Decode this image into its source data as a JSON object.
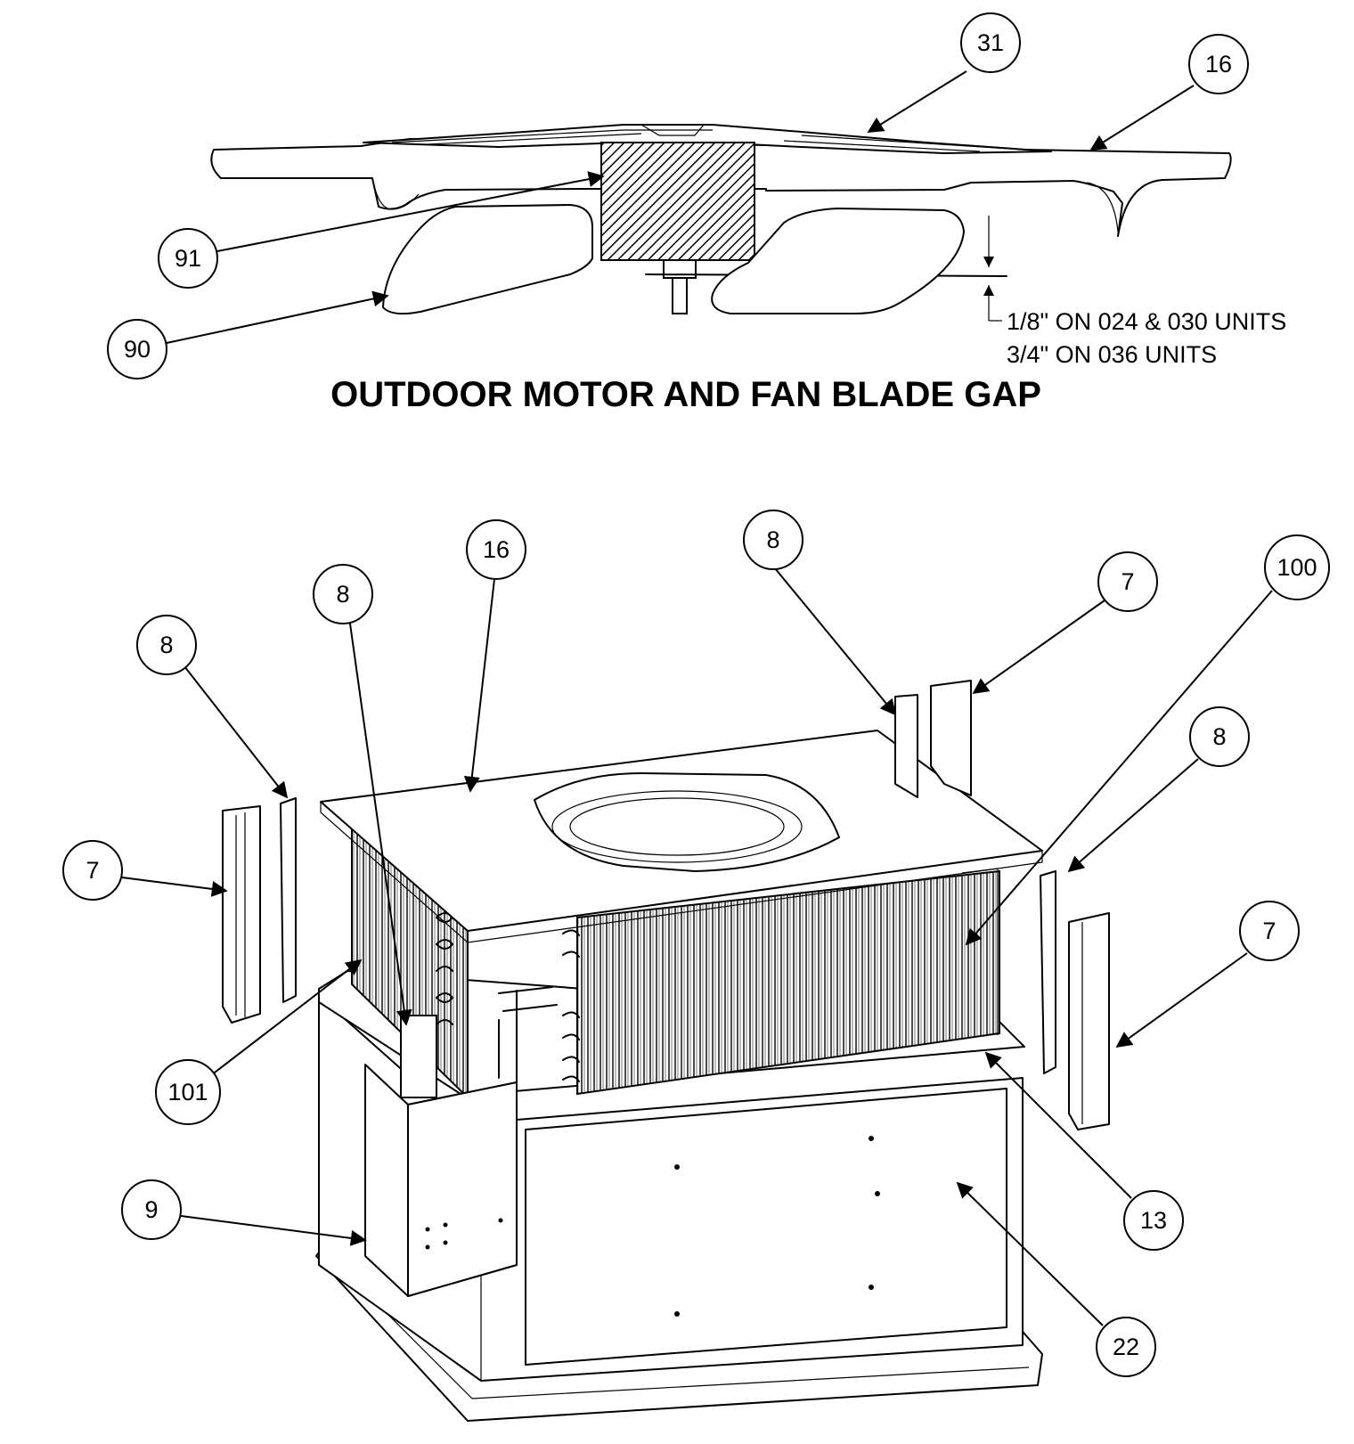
{
  "diagram": {
    "title": "OUTDOOR MOTOR AND FAN BLADE GAP",
    "gap_note": {
      "line1": "1/8\" ON 024 & 030 UNITS",
      "line2": "3/4\" ON 036 UNITS"
    },
    "callouts": {
      "c31": "31",
      "c16_top": "16",
      "c91": "91",
      "c90": "90",
      "c16": "16",
      "c8_a": "8",
      "c8_b": "8",
      "c8_c": "8",
      "c8_d": "8",
      "c7_a": "7",
      "c7_b": "7",
      "c7_c": "7",
      "c100": "100",
      "c101": "101",
      "c9": "9",
      "c13": "13",
      "c22": "22"
    }
  }
}
